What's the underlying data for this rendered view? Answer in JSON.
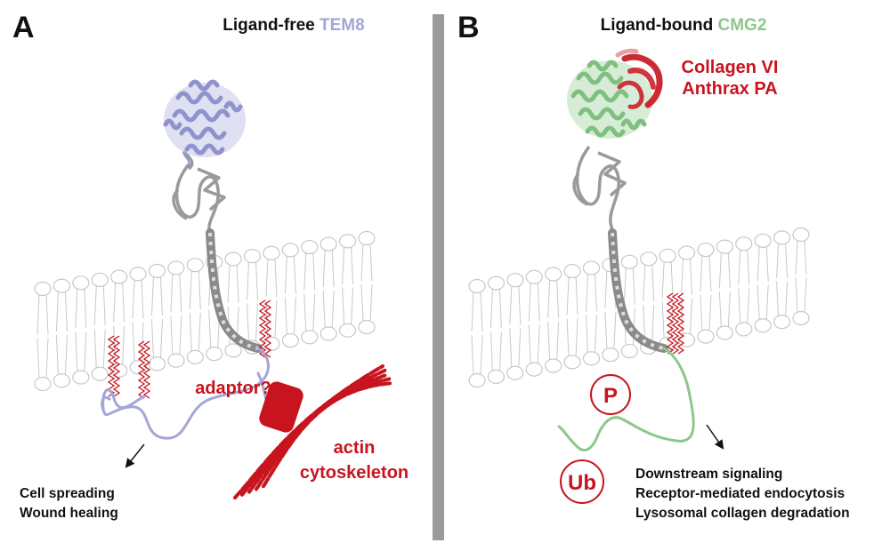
{
  "panel_a": {
    "letter": "A",
    "title_prefix": "Ligand-free ",
    "title_highlight": "TEM8",
    "adaptor_label": "adaptor?",
    "actin_line1": "actin",
    "actin_line2": "cytoskeleton",
    "outcomes": [
      "Cell spreading",
      "Wound healing"
    ]
  },
  "panel_b": {
    "letter": "B",
    "title_prefix": "Ligand-bound ",
    "title_highlight": "CMG2",
    "ligands": [
      "Collagen VI",
      "Anthrax PA"
    ],
    "phospho_label": "P",
    "ubiquitin_label": "Ub",
    "outcomes": [
      "Downstream signaling",
      "Receptor-mediated endocytosis",
      "Lysosomal collagen degradation"
    ]
  },
  "colors": {
    "tem8": "#a3a6d6",
    "cmg2": "#8cc78c",
    "red": "#c8141e",
    "membrane": "#c8c8c8",
    "divider": "#9a9a9a",
    "protein_gray": "#9a9a9a"
  }
}
